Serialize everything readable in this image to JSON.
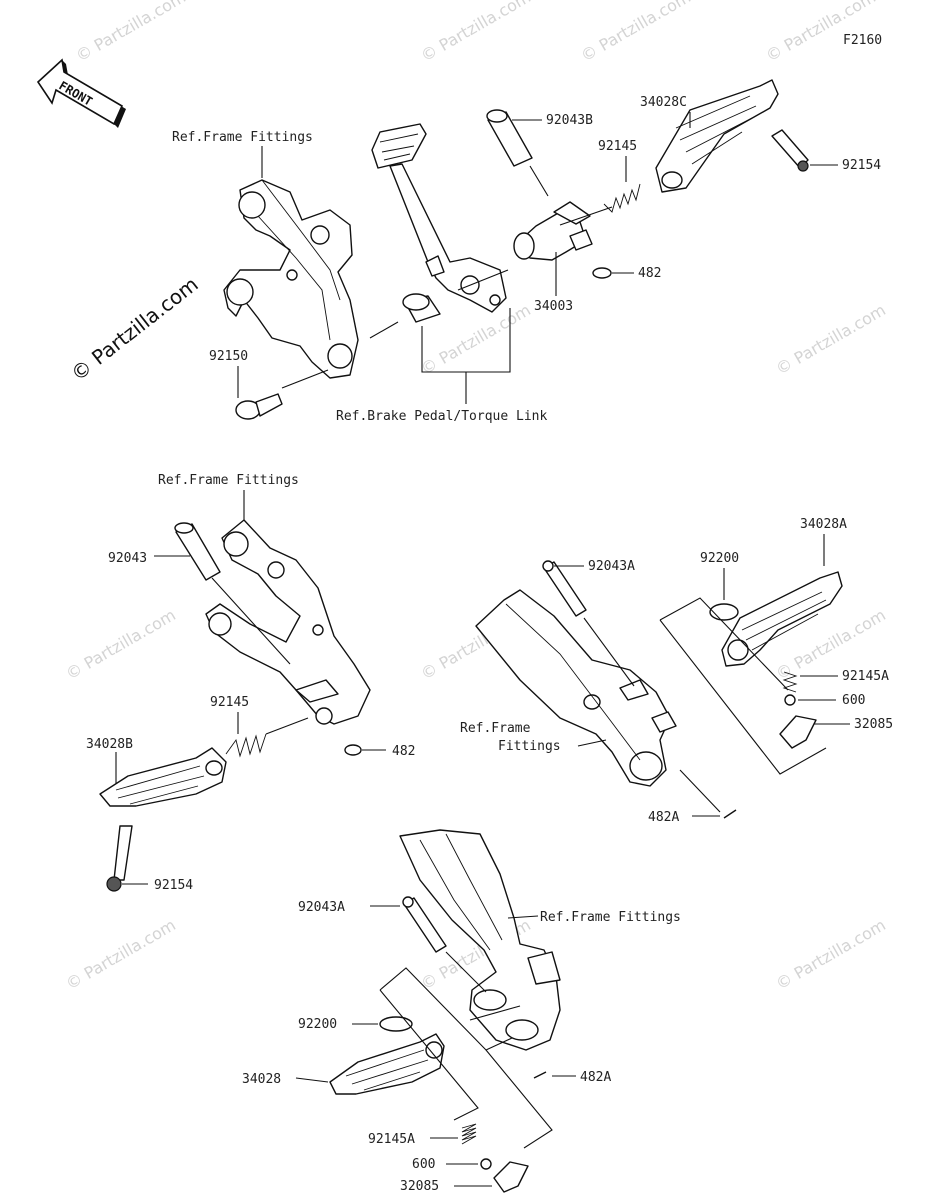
{
  "figure_code": "F2160",
  "front_label": "FRONT",
  "watermark": "© Partzilla.com",
  "watermark_main": "© Partzilla.com",
  "refs": {
    "frame_fittings_1": "Ref.Frame Fittings",
    "brake_pedal": "Ref.Brake Pedal/Torque Link",
    "frame_fittings_2": "Ref.Frame Fittings",
    "frame_fittings_3_line1": "Ref.Frame",
    "frame_fittings_3_line2": "Fittings",
    "frame_fittings_4": "Ref.Frame Fittings"
  },
  "parts": {
    "p92043B": "92043B",
    "p34028C": "34028C",
    "p92145_top": "92145",
    "p92154_top": "92154",
    "p482_top": "482",
    "p34003": "34003",
    "p92150": "92150",
    "p92043": "92043",
    "p92145_left": "92145",
    "p34028B": "34028B",
    "p482_left": "482",
    "p92154_left": "92154",
    "p92043A_right": "92043A",
    "p92200_right": "92200",
    "p34028A": "34028A",
    "p92145A_right": "92145A",
    "p600_right": "600",
    "p32085_right": "32085",
    "p482A_right": "482A",
    "p92043A_bottom": "92043A",
    "p92200_bottom": "92200",
    "p34028": "34028",
    "p92145A_bottom": "92145A",
    "p600_bottom": "600",
    "p32085_bottom": "32085",
    "p482A_bottom": "482A"
  }
}
